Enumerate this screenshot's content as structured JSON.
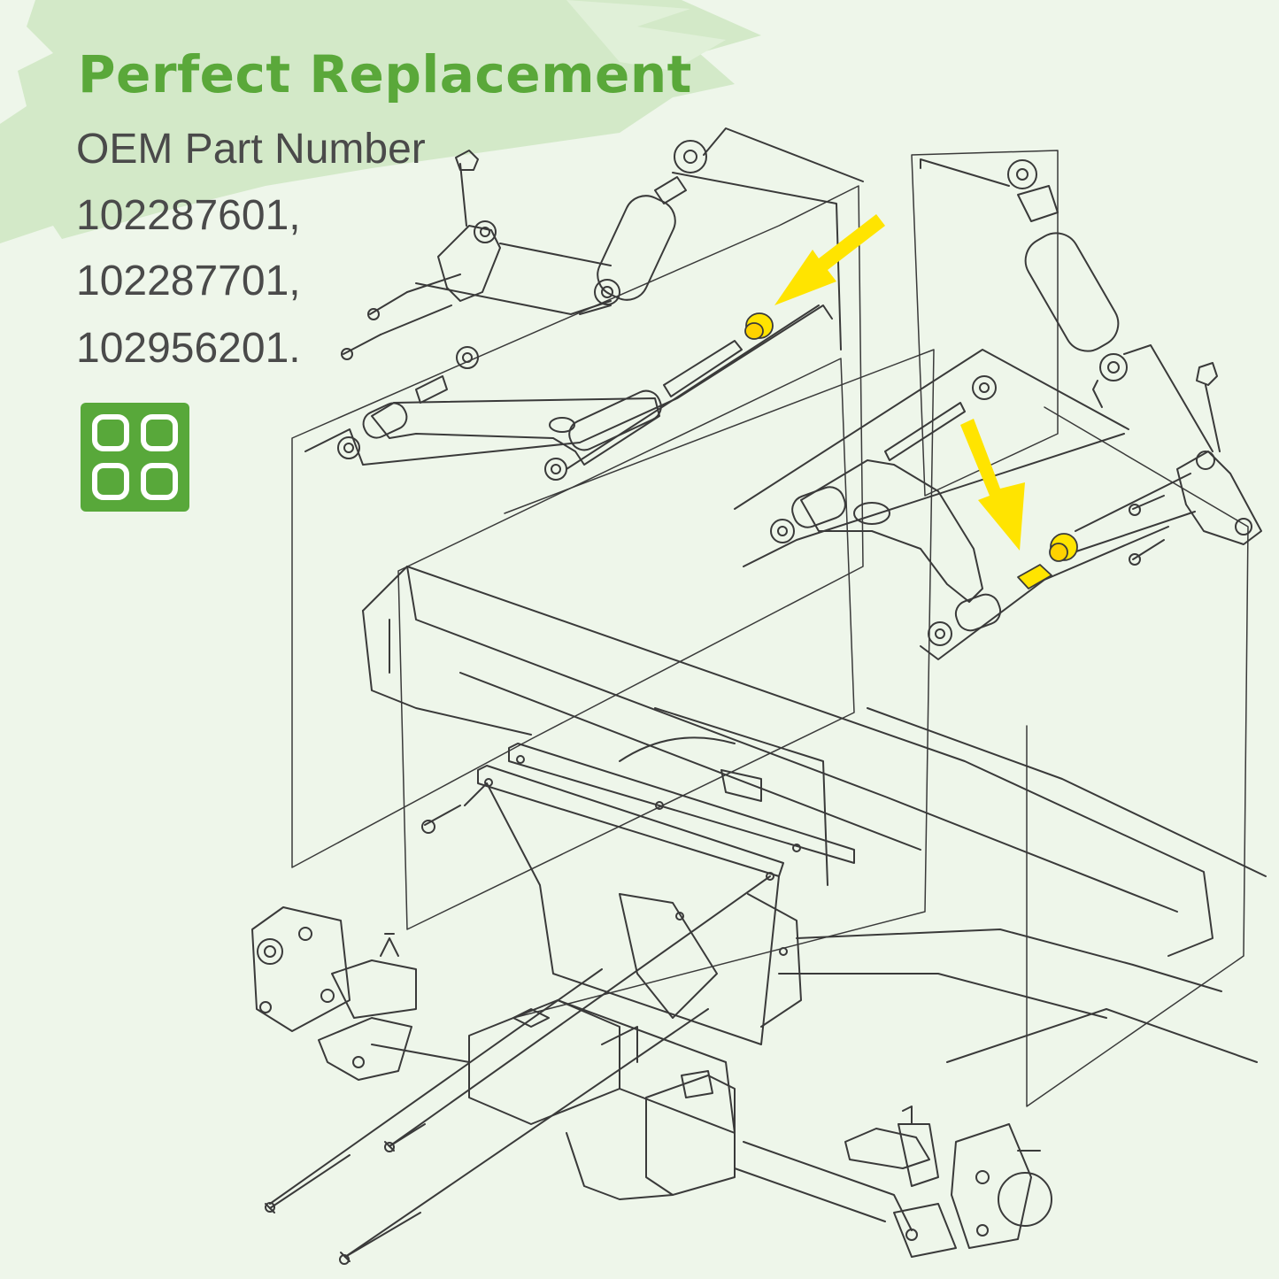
{
  "header": {
    "title": "Perfect Replacement",
    "subtitle": "OEM Part Number",
    "part_numbers": [
      "102287601,",
      "102287701,",
      "102956201."
    ]
  },
  "badge": {
    "icon": "grid-icon",
    "color": "#58a83a"
  },
  "colors": {
    "accent_green": "#5aa83a",
    "brush_green": "#cfe8c4",
    "highlight_yellow": "#ffe400",
    "line_art": "#3a3a3a",
    "background": "#eef6ea"
  },
  "diagram": {
    "icon": "suspension-diagram-icon",
    "callouts": [
      "arrow-icon",
      "arrow-icon"
    ]
  }
}
